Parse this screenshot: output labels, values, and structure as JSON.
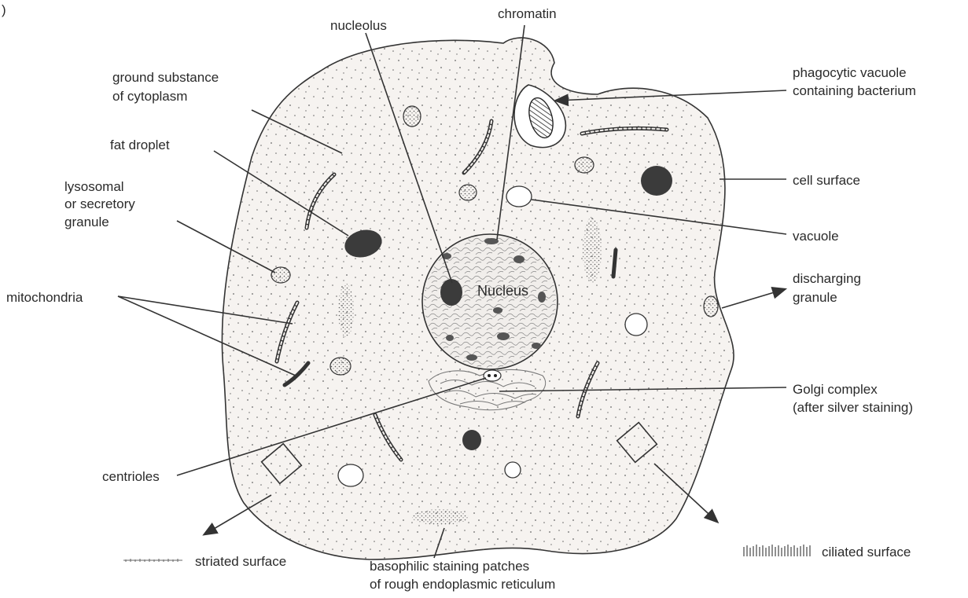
{
  "figure_marker": ")",
  "labels": {
    "nucleolus": "nucleolus",
    "chromatin": "chromatin",
    "ground_substance_1": "ground substance",
    "ground_substance_2": "of cytoplasm",
    "phagocytic_1": "phagocytic vacuole",
    "phagocytic_2": "containing bacterium",
    "fat_droplet": "fat droplet",
    "cell_surface": "cell surface",
    "lysosomal_1": "lysosomal",
    "lysosomal_2": "or secretory",
    "lysosomal_3": "granule",
    "vacuole": "vacuole",
    "nucleus": "Nucleus",
    "discharging_1": "discharging",
    "discharging_2": "granule",
    "mitochondria": "mitochondria",
    "golgi_1": "Golgi complex",
    "golgi_2": "(after silver staining)",
    "centrioles": "centrioles",
    "striated": "striated surface",
    "ciliated": "ciliated surface",
    "basophilic_1": "basophilic staining patches",
    "basophilic_2": "of rough endoplasmic reticulum"
  },
  "colors": {
    "ink": "#2a2a2a",
    "cytoplasm_fill": "#f6f3f0",
    "nucleus_fill": "#f1eeeb",
    "dark_body": "#3b3b3b"
  }
}
